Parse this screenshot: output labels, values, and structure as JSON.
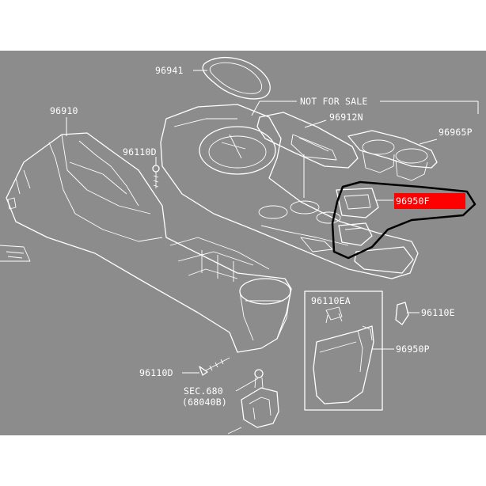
{
  "colors": {
    "page_background": "#ffffff",
    "diagram_background": "#8c8c8c",
    "line_color": "#ffffff",
    "highlight_label": "#ff0000",
    "highlight_outline": "#000000"
  },
  "labels": {
    "p96941": "96941",
    "p96910": "96910",
    "p96110d_top": "96110D",
    "not_for_sale": "NOT FOR SALE",
    "p96912n": "96912N",
    "p96965p": "96965P",
    "p96950f": "96950F",
    "p96110e": "96110E",
    "p96110ea": "96110EA",
    "p96950p": "96950P",
    "p96110d_bottom": "96110D",
    "sec_680": "SEC.680",
    "sec_680_ref": "(68040B)"
  }
}
